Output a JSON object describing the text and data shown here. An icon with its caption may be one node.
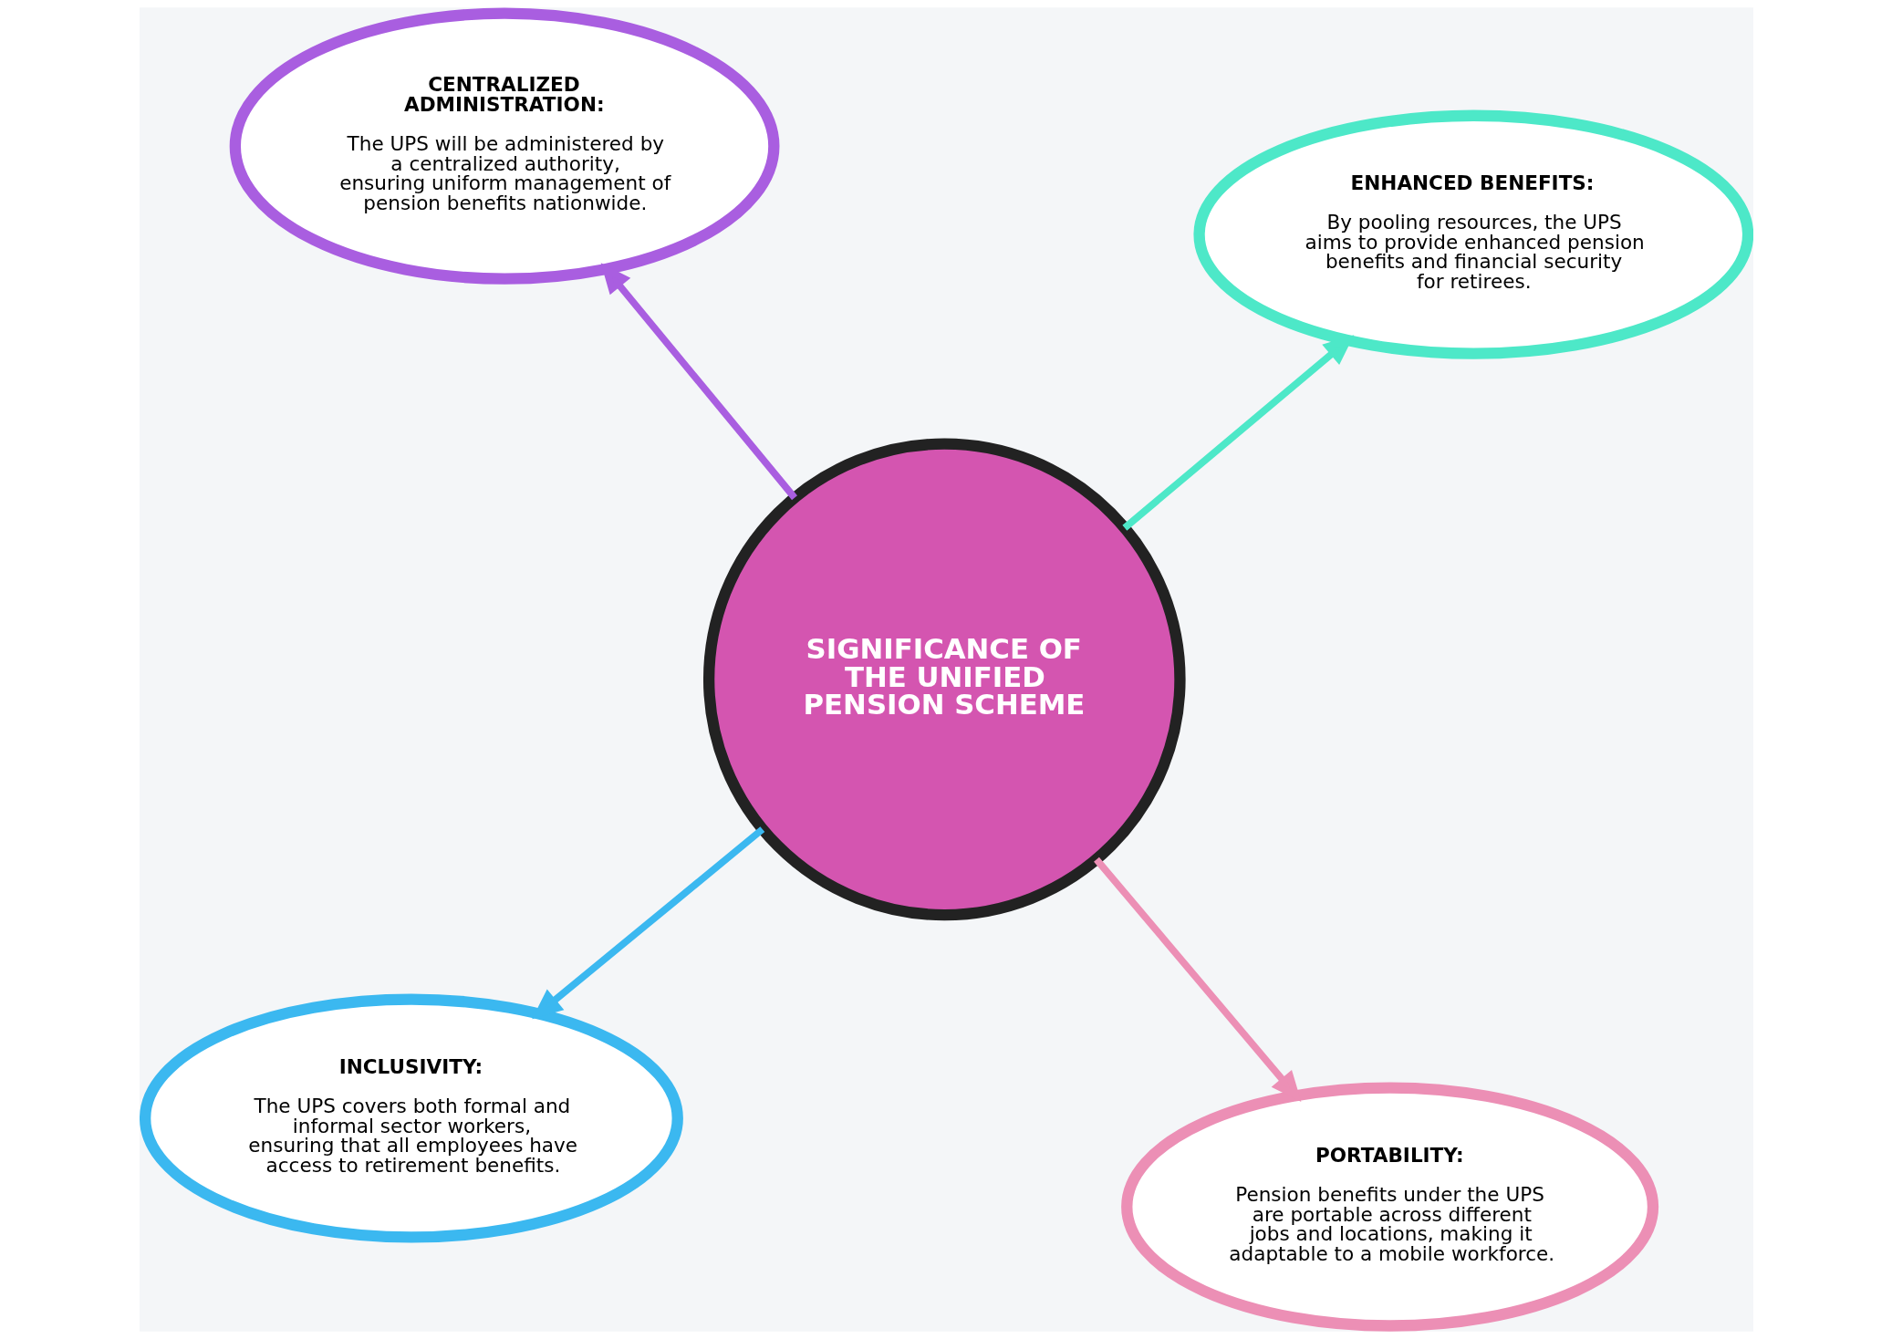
{
  "diagram": {
    "nodes": [
      {
        "text": [
          "INCLUSIVITY:",
          "The UPS covers both formal and informal sector workers, ensuring that all employees have access to retirement benefits."
        ]
      },
      {
        "text": [
          "PORTABILITY:",
          "Pension benefits under the UPS are portable across different jobs and locations, making it adaptable to a mobile workforce."
        ]
      },
      {
        "text": [
          "SIGNIFICANCE OF THE UNIFIED PENSION SCHEME"
        ]
      },
      {
        "text": [
          "CENTRALIZED ADMINISTRATION:",
          "The UPS will be administered by a centralized authority, ensuring uniform management of pension benefits nationwide."
        ]
      },
      {
        "text": [
          "ENHANCED BENEFITS:",
          "By pooling resources, the UPS aims to provide enhanced pension benefits and financial security for retirees."
        ]
      }
    ],
    "edges": [
      {
        "from": 2,
        "to": 0,
        "arrow": "to",
        "color": "#3bb8f0"
      },
      {
        "from": 2,
        "to": 1,
        "arrow": "to",
        "color": "#ec8fb5"
      },
      {
        "from": 2,
        "to": 3,
        "arrow": "to",
        "color": "#a95ee0"
      },
      {
        "from": 2,
        "to": 4,
        "arrow": "to",
        "color": "#4de8c8"
      }
    ]
  }
}
